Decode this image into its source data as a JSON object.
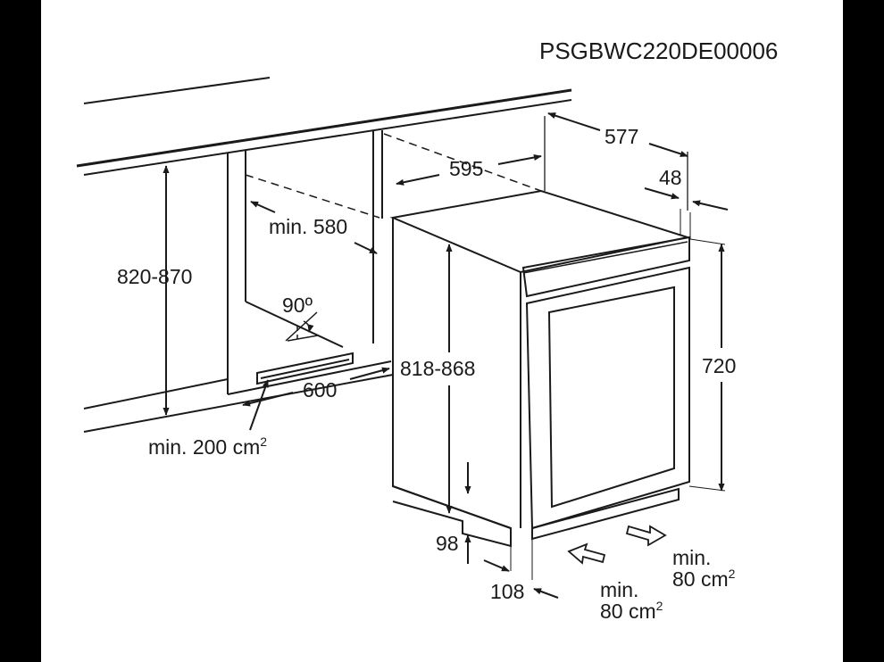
{
  "model_code": "PSGBWC220DE00006",
  "dimensions": {
    "depth": "577",
    "width": "595",
    "door_offset": "48",
    "niche_depth": "min. 580",
    "niche_height": "820-870",
    "angle": "90º",
    "niche_width": "600",
    "appliance_height": "818-868",
    "body_height": "720",
    "plinth_height": "98",
    "plinth_depth": "108"
  },
  "ventilation": {
    "cabinet_vent": {
      "text": "min. 200 cm",
      "sup": "2"
    },
    "inlet": {
      "line1": "min.",
      "line2": "80 cm",
      "sup": "2"
    },
    "outlet": {
      "line1": "min.",
      "line2": "80 cm",
      "sup": "2"
    }
  }
}
